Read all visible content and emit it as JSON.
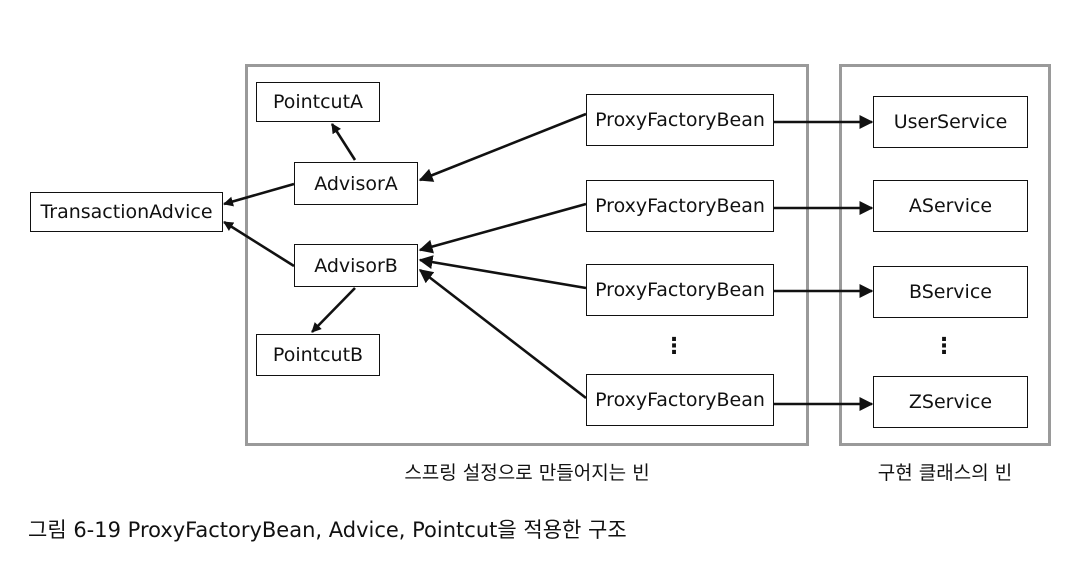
{
  "groups": {
    "spring_label": "스프링 설정으로 만들어지는 빈",
    "impl_label": "구현 클래스의 빈"
  },
  "nodes": {
    "transaction_advice": "TransactionAdvice",
    "pointcut_a": "PointcutA",
    "advisor_a": "AdvisorA",
    "advisor_b": "AdvisorB",
    "pointcut_b": "PointcutB",
    "proxy_1": "ProxyFactoryBean",
    "proxy_2": "ProxyFactoryBean",
    "proxy_3": "ProxyFactoryBean",
    "proxy_4": "ProxyFactoryBean",
    "user_service": "UserService",
    "a_service": "AService",
    "b_service": "BService",
    "z_service": "ZService"
  },
  "ellipsis": "⋮",
  "caption": "그림 6-19 ProxyFactoryBean, Advice, Pointcut을 적용한 구조"
}
